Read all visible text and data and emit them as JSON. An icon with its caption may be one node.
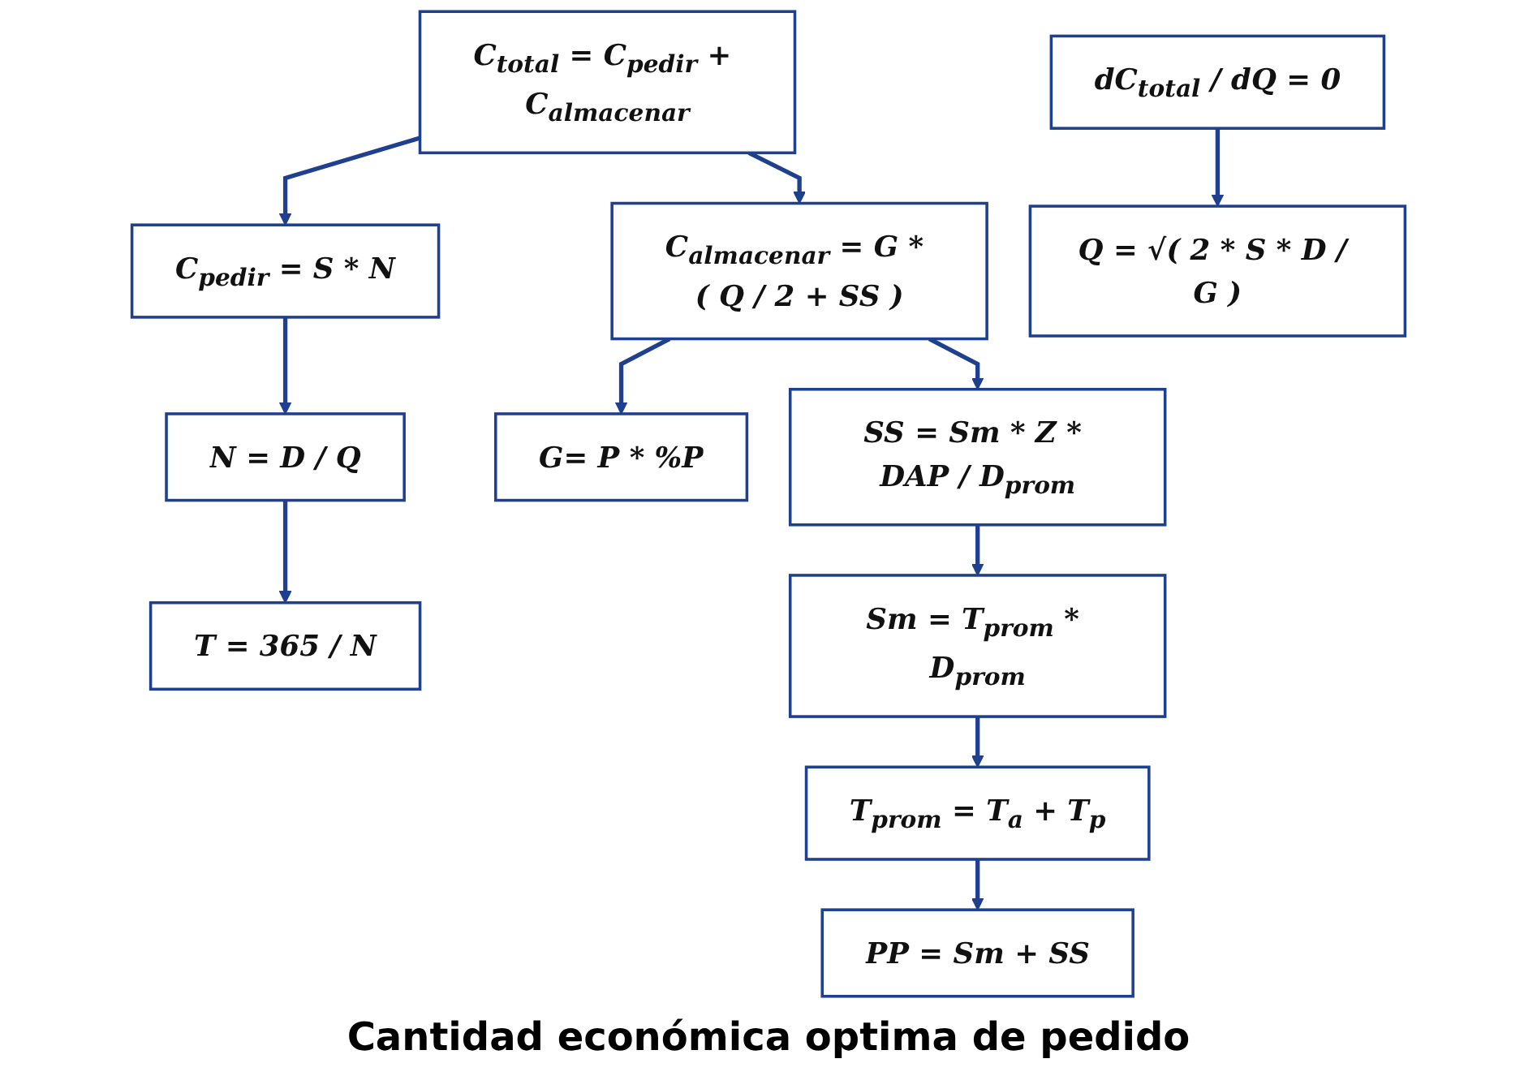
{
  "diagram": {
    "caption": "Cantidad económica optima de pedido",
    "nodes": [
      {
        "text": [
          "C$_{total}$ = C$_{pedir}$ + C$_{almacenar}$"
        ]
      },
      {
        "text": [
          "C$_{pedir}$ = S * N"
        ]
      },
      {
        "text": [
          "C$_{almacenar}$ = G * ( Q / 2 + SS )"
        ]
      },
      {
        "text": [
          "N = D / Q"
        ]
      },
      {
        "text": [
          "T = 365 / N"
        ]
      },
      {
        "text": [
          "G= P * %P"
        ]
      },
      {
        "text": [
          "SS = Sm * Z * DAP / D$_{prom}$"
        ]
      },
      {
        "text": [
          "Sm = T$_{prom}$ * D$_{prom}$"
        ]
      },
      {
        "text": [
          "T$_{prom}$ = T$_{a}$ + T$_{p}$"
        ]
      },
      {
        "text": [
          "PP = Sm + SS"
        ]
      },
      {
        "text": [
          "dC$_{total}$ / dQ = 0"
        ]
      },
      {
        "text": [
          "Q = √( 2 * S * D / G )"
        ]
      }
    ],
    "edges": [
      {
        "from": 0,
        "to": 1,
        "arrow": "to"
      },
      {
        "from": 0,
        "to": 2,
        "arrow": "to"
      },
      {
        "from": 1,
        "to": 3,
        "arrow": "to"
      },
      {
        "from": 3,
        "to": 4,
        "arrow": "to"
      },
      {
        "from": 2,
        "to": 5,
        "arrow": "to"
      },
      {
        "from": 2,
        "to": 6,
        "arrow": "to"
      },
      {
        "from": 6,
        "to": 7,
        "arrow": "to"
      },
      {
        "from": 7,
        "to": 8,
        "arrow": "to"
      },
      {
        "from": 8,
        "to": 9,
        "arrow": "to"
      },
      {
        "from": 10,
        "to": 11,
        "arrow": "to"
      }
    ]
  }
}
